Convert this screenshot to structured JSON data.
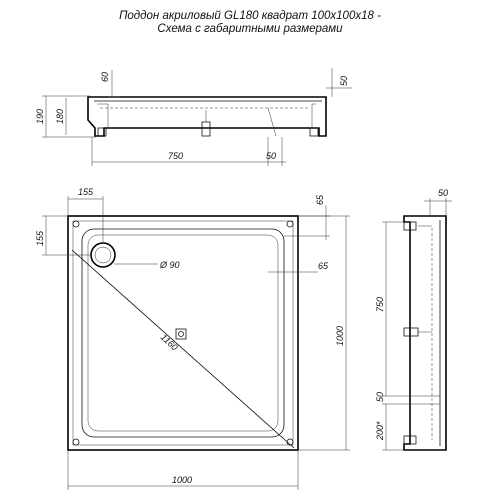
{
  "title_line1": "Поддон акриловый  GL180 квадрат 100х100х18 -",
  "title_line2": "Схема с габаритными размерами",
  "side_view": {
    "dim_60": "60",
    "dim_50_top": "50",
    "dim_190": "190",
    "dim_180": "180",
    "dim_750": "750",
    "dim_50_bottom": "50"
  },
  "top_view": {
    "dim_155_top": "155",
    "dim_155_left": "155",
    "dim_65_top": "65",
    "dim_65_right": "65",
    "drain_diameter": "Ø 90",
    "diagonal": "1160",
    "height_1000": "1000",
    "width_1000": "1000"
  },
  "right_view": {
    "dim_50_top": "50",
    "dim_750": "750",
    "dim_50_lower": "50",
    "dim_200": "200*"
  }
}
